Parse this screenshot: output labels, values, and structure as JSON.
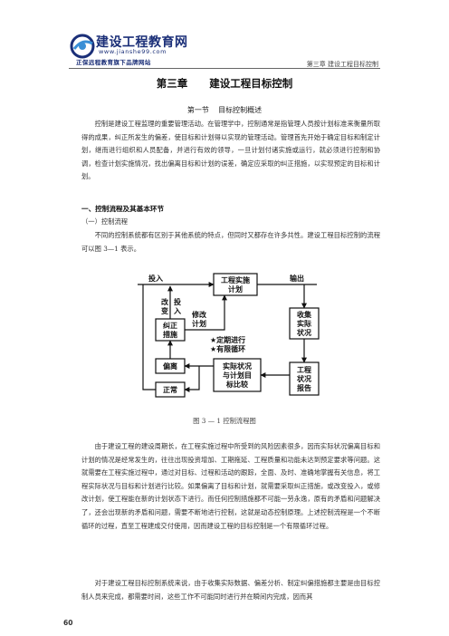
{
  "header": {
    "logo_title": "建设工程教育网",
    "logo_url": "www.jianshe99.com",
    "logo_slogan": "正保远程教育旗下品牌网站",
    "running_head": "第三章  建设工程目标控制"
  },
  "chapter_title": "第三章      建设工程目标控制",
  "section_title": "第一节    目标控制概述",
  "paragraphs": {
    "intro": "控制是建设工程监理的重要管理活动。在管理学中，控制通常是指管理人员按计划标准来衡量所取得的成果，纠正所发生的偏差，使目标和计划得以实现的管理活动。管理首先开始于确定目标和制定计划，继而进行组织和人员配备，并进行有效的领导，一旦计划付诸实施或运行，就必须进行控制和协调，检查计划实施情况，找出偏离目标和计划的误差，确定应采取的纠正措施，以实现预定的目标和计划。",
    "process_intro": "不同的控制系统都有区别于其他系统的特点，但同时又都存在许多共性。建设工程目标控制的流程可以图 3—1  表示。",
    "analysis": "由于建设工程的建设周期长，在工程实施过程中所受到的风险因素很多，因而实际状况偏离目标和计划的情况是经常发生的，往往出现投资增加、工期拖延、工程质量和功能未达到预定要求等问题。这就需要在工程实施过程中，通过对目标、过程和活动的跟踪，全面、及时、准确地掌握有关信息，将工程实际状况与目标和计划进行比较。如果偏离了目标和计划，就需要采取纠正措施，或改变投入，或修改计划，使工程能在新的计划状态下进行。而任何控制措施都不可能一劳永逸，原有的矛盾和问题解决了，还会出现新的矛盾和问题，需要不断地进行控制，这就是动态控制原理。上述控制流程是一个不断循环的过程，直至工程建成交付使用，因而建设工程的目标控制是一个有限循环过程。",
    "continuation": "对于建设工程目标控制系统来说，由于收集实际数据、偏差分析、制定纠偏措施都主要是由目标控制人员来完成，都需要时间，这些工作不可能同时进行并在瞬间内完成，因而其"
  },
  "heading_1": "一、控制流程及其基本环节",
  "heading_2": "（一）控制流程",
  "diagram": {
    "input": "投入",
    "output": "输出",
    "plan": [
      "工程实施",
      "计划"
    ],
    "change": [
      "改",
      "变"
    ],
    "invest": [
      "投",
      "入"
    ],
    "corrective": [
      "纠正",
      "措施"
    ],
    "modify": [
      "修改",
      "计划"
    ],
    "periodic": "★定期进行",
    "finite": "★有限循环",
    "collect": [
      "收集",
      "实际",
      "状况"
    ],
    "deviation": "偏离",
    "normal": "正常",
    "compare": [
      "实际状况",
      "与计划目",
      "标比较"
    ],
    "report": [
      "工程",
      "状况",
      "报告"
    ]
  },
  "figure_caption": "图 3 — 1  控制流程图",
  "page_number": "60",
  "colors": {
    "logo_blue": "#1b2f78",
    "logo_accent": "#3a8fd6",
    "text": "#333333"
  }
}
